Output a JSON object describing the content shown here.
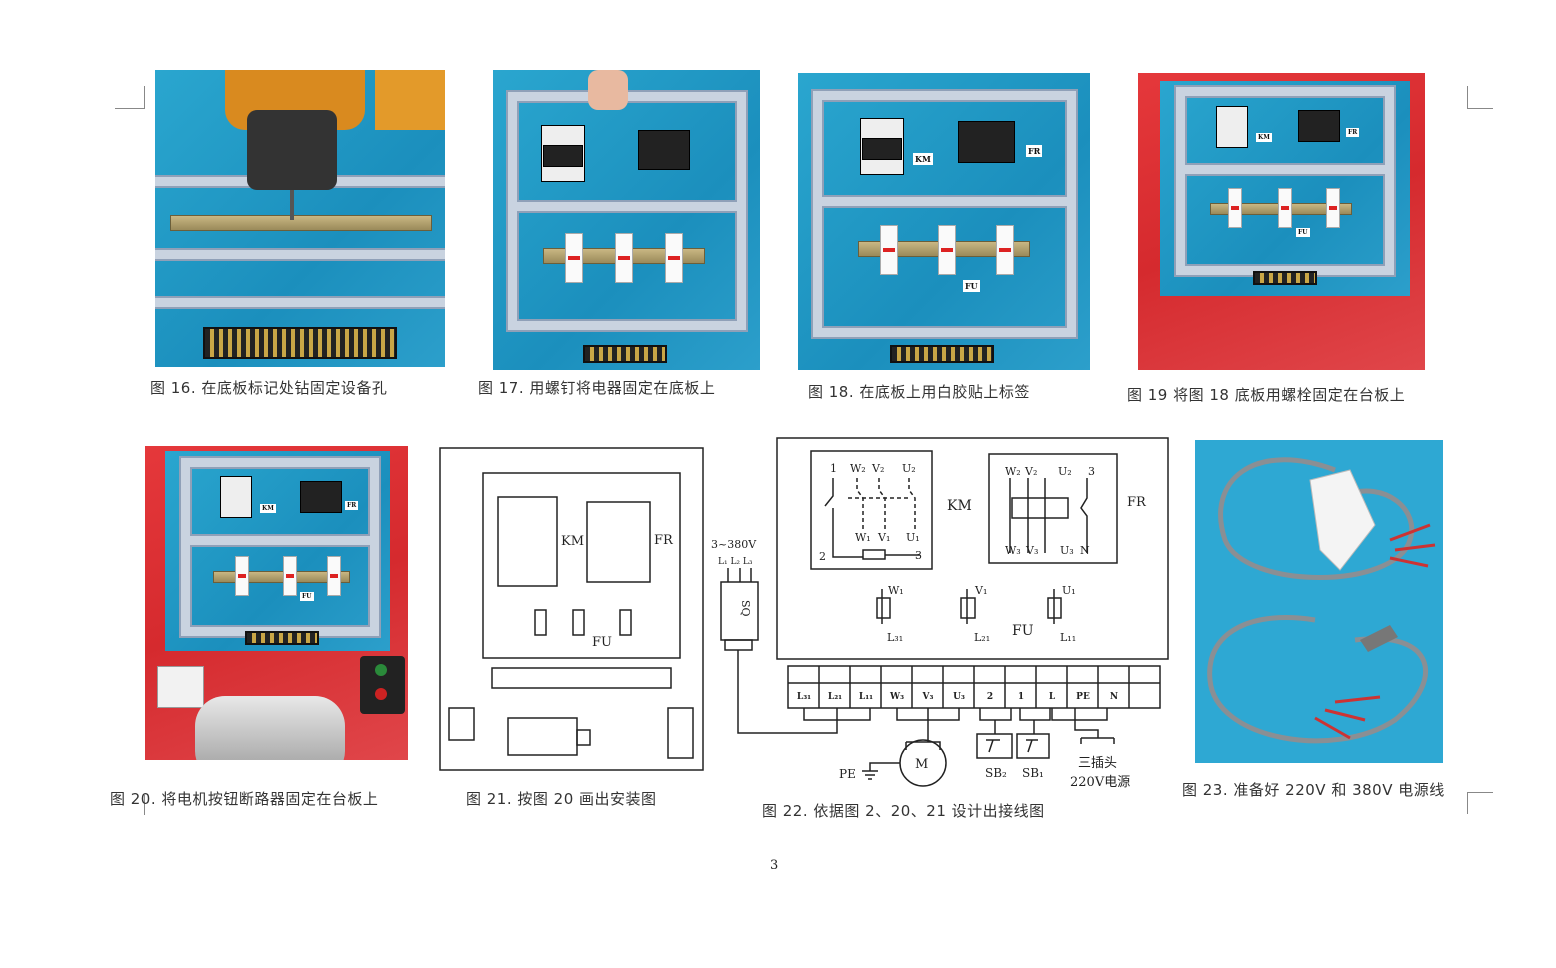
{
  "captions": {
    "fig16": "图 16.  在底板标记处钻固定设备孔",
    "fig17": "图 17.  用螺钉将电器固定在底板上",
    "fig18": "图 18.  在底板上用白胶贴上标签",
    "fig19": "图 19   将图 18 底板用螺栓固定在台板上",
    "fig20": "图  20.  将电机按钮断路器固定在台板上",
    "fig21": "图 21.  按图 20 画出安装图",
    "fig22": "图 22.  依据图 2、20、21 设计出接线图",
    "fig23": "图 23.  准备好 220V 和 380V 电源线"
  },
  "photo_labels": {
    "km": "KM",
    "fr": "FR",
    "fu": "FU"
  },
  "fig21": {
    "km": "KM",
    "fr": "FR",
    "fu": "FU"
  },
  "fig22": {
    "km_label": "KM",
    "fr_label": "FR",
    "fu_label": "FU",
    "km_top": [
      "1",
      "W₂",
      "V₂",
      "U₂"
    ],
    "km_bottom": [
      "W₁",
      "V₁",
      "U₁"
    ],
    "km_coil": [
      "2",
      "3"
    ],
    "fr_top": [
      "W₂",
      "V₂",
      "U₂",
      "3"
    ],
    "fr_bottom": [
      "W₃",
      "V₃",
      "U₃",
      "N"
    ],
    "fuses": [
      {
        "top": "W₁",
        "bottom": "L₃₁"
      },
      {
        "top": "V₁",
        "bottom": "L₂₁"
      },
      {
        "top": "U₁",
        "bottom": "L₁₁"
      }
    ],
    "supply": "3~380V",
    "phases": "L₁ L₂ L₃",
    "switch": "SQ",
    "terminals": [
      "L₃₁",
      "L₂₁",
      "L₁₁",
      "W₃",
      "V₃",
      "U₃",
      "2",
      "1",
      "L",
      "PE",
      "N",
      ""
    ],
    "motor": "M",
    "pe": "PE",
    "sb2": "SB₂",
    "sb1": "SB₁",
    "plug": "三插头",
    "power": "220V电源"
  },
  "page_number": "3"
}
